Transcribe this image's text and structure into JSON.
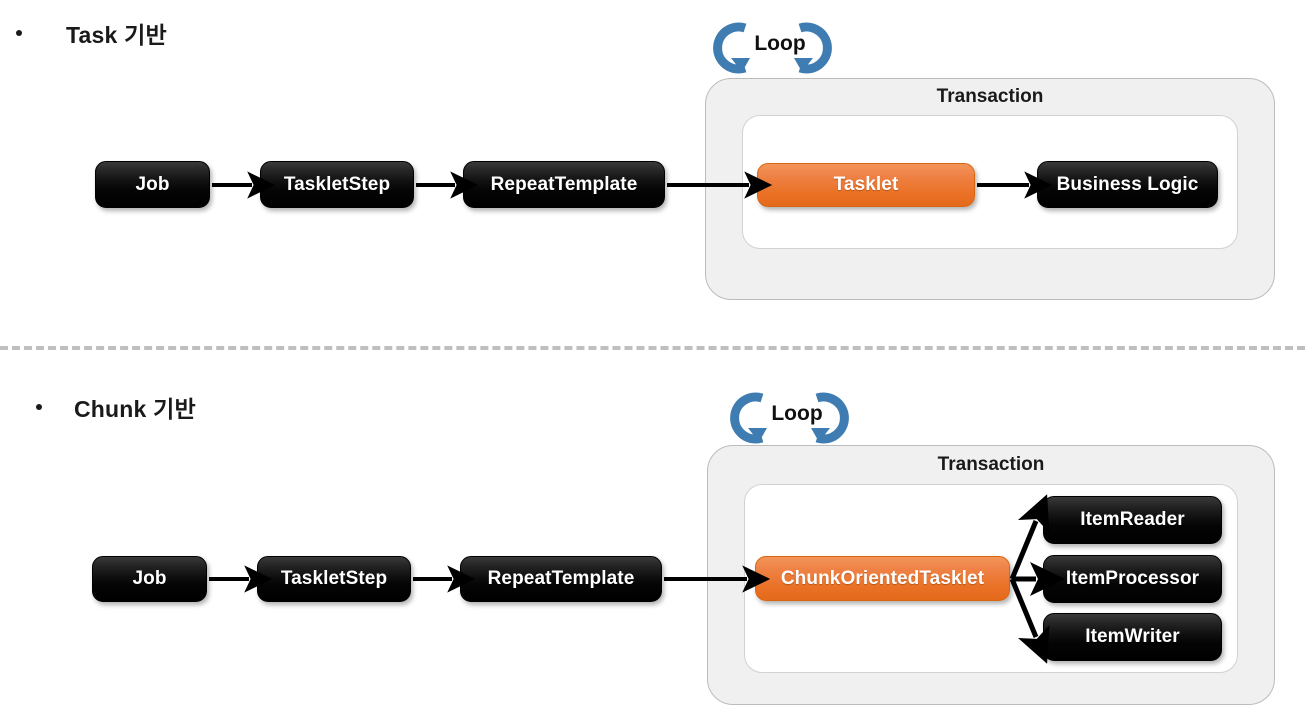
{
  "sections": [
    {
      "heading": "Task 기반",
      "loop_label": "Loop",
      "transaction_label": "Transaction",
      "pipeline": [
        {
          "label": "Job",
          "style": "dark"
        },
        {
          "label": "TaskletStep",
          "style": "dark"
        },
        {
          "label": "RepeatTemplate",
          "style": "dark"
        }
      ],
      "transaction_nodes": [
        {
          "label": "Tasklet",
          "style": "orange"
        },
        {
          "label": "Business Logic",
          "style": "dark"
        }
      ]
    },
    {
      "heading": "Chunk 기반",
      "loop_label": "Loop",
      "transaction_label": "Transaction",
      "pipeline": [
        {
          "label": "Job",
          "style": "dark"
        },
        {
          "label": "TaskletStep",
          "style": "dark"
        },
        {
          "label": "RepeatTemplate",
          "style": "dark"
        }
      ],
      "transaction_nodes": [
        {
          "label": "ChunkOrientedTasklet",
          "style": "orange"
        },
        {
          "label": "ItemReader",
          "style": "dark"
        },
        {
          "label": "ItemProcessor",
          "style": "dark"
        },
        {
          "label": "ItemWriter",
          "style": "dark"
        }
      ]
    }
  ],
  "colors": {
    "node_dark": "#000000",
    "node_orange": "#ea7227",
    "panel_bg": "#f0f0f0",
    "panel_inner_bg": "#ffffff",
    "panel_border": "#bcbcbc",
    "loop_arrow_blue": "#3f7cb2",
    "divider": "#bfbfbf",
    "arrow_black": "#000000",
    "text_dark": "#1a1a1a",
    "text_light": "#ffffff"
  },
  "icons": {
    "loop_arrow_left": "loop-arrow-left-icon",
    "loop_arrow_right": "loop-arrow-right-icon",
    "bullet": "bullet-dot-icon"
  }
}
